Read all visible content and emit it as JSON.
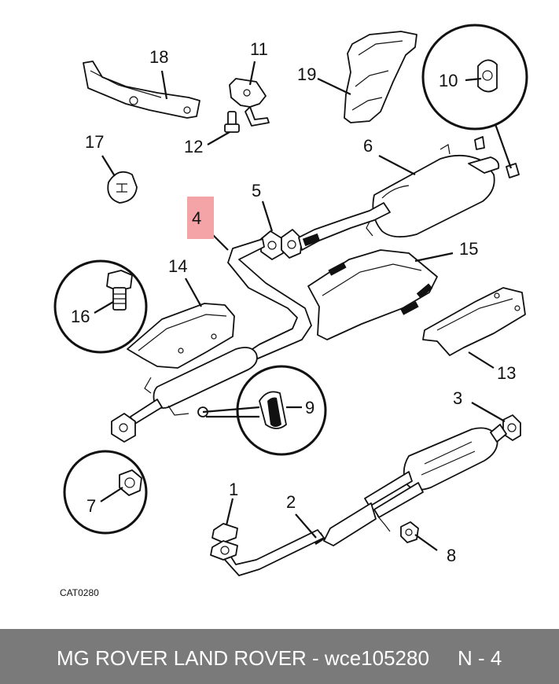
{
  "diagram": {
    "callouts": [
      "1",
      "2",
      "3",
      "4",
      "5",
      "6",
      "7",
      "8",
      "9",
      "10",
      "11",
      "12",
      "13",
      "14",
      "15",
      "16",
      "17",
      "18",
      "19"
    ],
    "highlighted_callout": "4",
    "highlight_color": "#f4a3a6",
    "catalog_code": "CAT0280"
  },
  "footer": {
    "text": "MG ROVER LAND ROVER - wce105280",
    "page": "N - 4",
    "background": "#7a7a7a"
  }
}
